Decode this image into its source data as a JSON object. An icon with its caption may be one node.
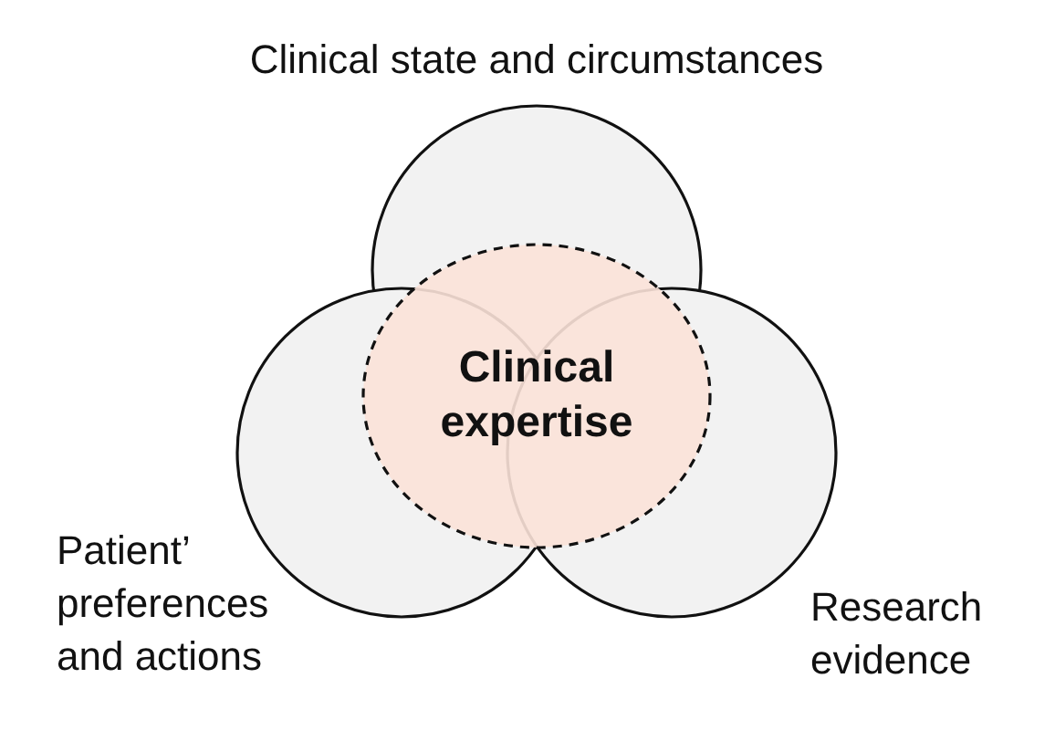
{
  "diagram": {
    "nodes": [
      {
        "text": [
          "Clinical state and circumstances"
        ]
      },
      {
        "text": [
          "Patient’ preferences and actions"
        ]
      },
      {
        "text": [
          "Research evidence"
        ]
      },
      {
        "text": [
          "Clinical expertise"
        ]
      }
    ],
    "edges": []
  }
}
